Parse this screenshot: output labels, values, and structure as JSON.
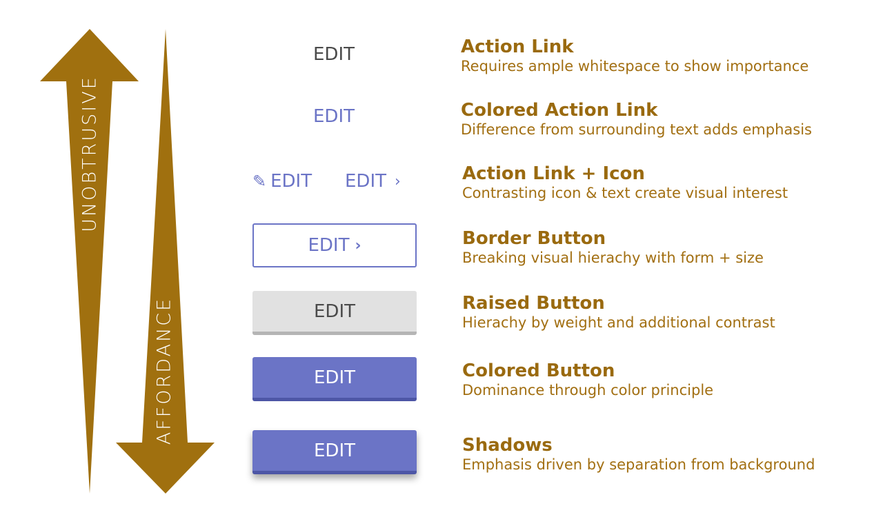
{
  "colors": {
    "arrow": "#a0700f",
    "accent": "#6b74c6",
    "gray_text": "#4a4a4a",
    "raised_bg": "#e1e1e1"
  },
  "axes": {
    "up_label": "UNOBTRUSIVE",
    "down_label": "AFFORDANCE"
  },
  "demos": {
    "action_link": "EDIT",
    "colored_action_link": "EDIT",
    "icon_link_left": "EDIT",
    "icon_link_right": "EDIT",
    "icon_left_name": "pencil-icon",
    "icon_right_name": "chevron-right-icon",
    "border_button": "EDIT",
    "raised_button": "EDIT",
    "colored_button": "EDIT",
    "shadow_button": "EDIT"
  },
  "items": [
    {
      "title": "Action Link",
      "text": "Requires ample whitespace to show importance"
    },
    {
      "title": "Colored Action Link",
      "text": "Difference from surrounding text adds emphasis"
    },
    {
      "title": "Action Link + Icon",
      "text": "Contrasting icon & text create visual interest"
    },
    {
      "title": "Border Button",
      "text": "Breaking visual hierachy with form + size"
    },
    {
      "title": "Raised Button",
      "text": "Hierachy by weight and additional contrast"
    },
    {
      "title": "Colored Button",
      "text": "Dominance through color principle"
    },
    {
      "title": "Shadows",
      "text": "Emphasis driven by separation from background"
    }
  ]
}
